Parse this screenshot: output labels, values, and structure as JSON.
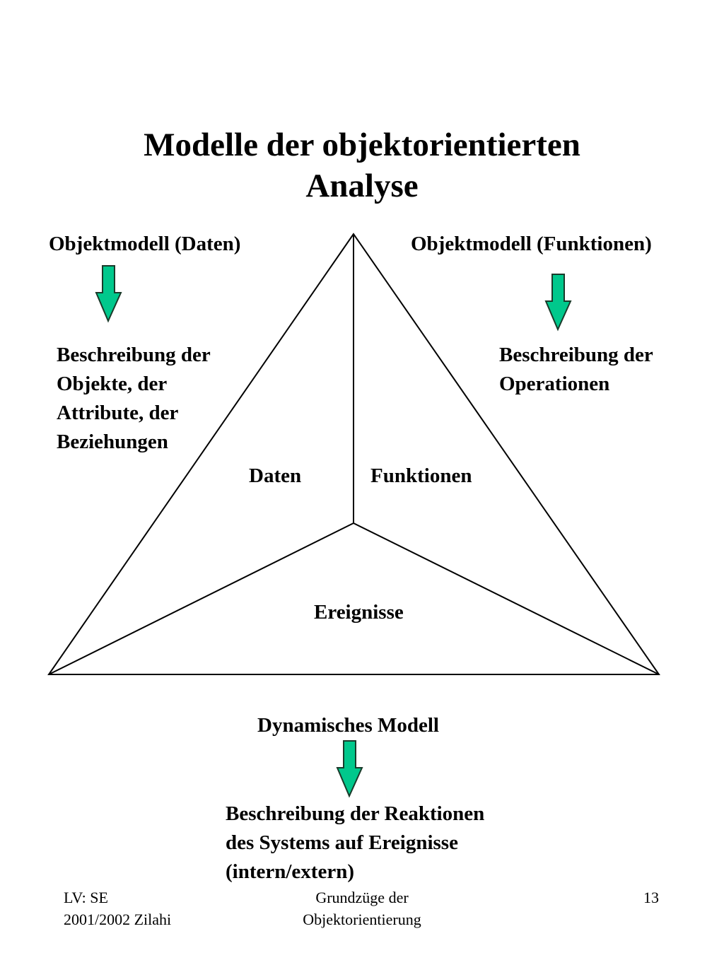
{
  "title": {
    "line1": "Modelle der objektorientierten",
    "line2": "Analyse"
  },
  "left_model": {
    "heading": "Objektmodell (Daten)",
    "description": [
      "Beschreibung der",
      "Objekte, der",
      "Attribute, der",
      "Beziehungen"
    ]
  },
  "right_model": {
    "heading": "Objektmodell (Funktionen)",
    "description": [
      "Beschreibung der",
      "Operationen"
    ]
  },
  "triangle": {
    "label_data": "Daten",
    "label_functions": "Funktionen",
    "label_events": "Ereignisse"
  },
  "bottom_model": {
    "heading": "Dynamisches Modell",
    "description": [
      "Beschreibung der Reaktionen",
      "des Systems auf Ereignisse",
      "(intern/extern)"
    ]
  },
  "footer": {
    "left": [
      "LV: SE",
      "2001/2002 Zilahi"
    ],
    "center": [
      "Grundzüge der",
      "Objektorientierung"
    ],
    "page_number": "13"
  },
  "colors": {
    "arrow_fill": "#00c88c",
    "arrow_stroke": "#1a3a2a",
    "line": "#000000"
  }
}
